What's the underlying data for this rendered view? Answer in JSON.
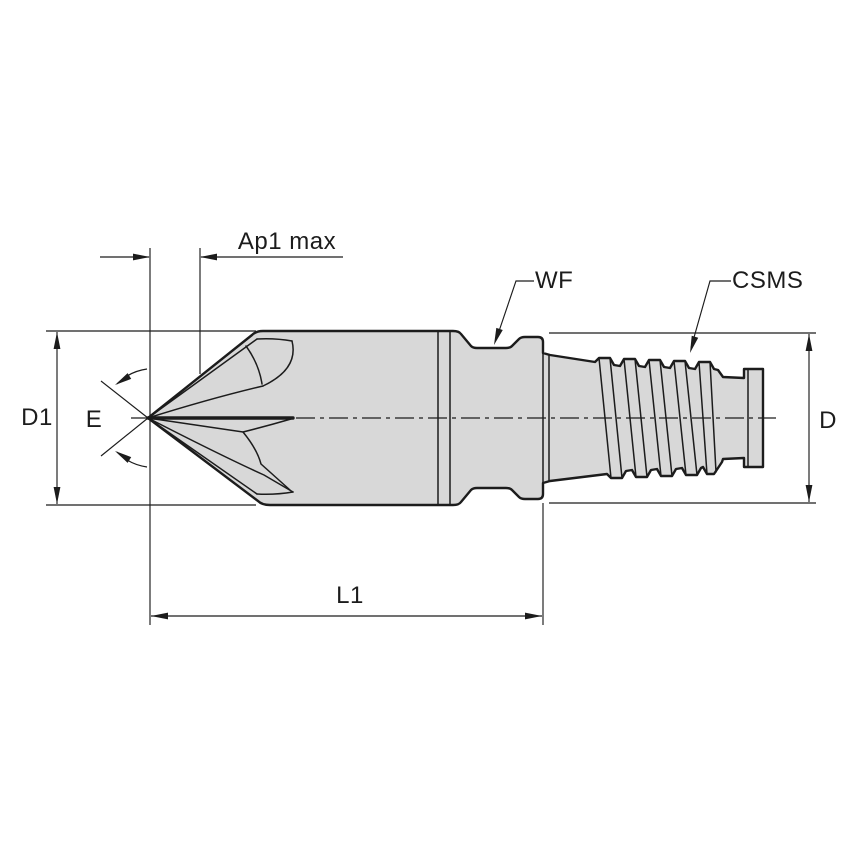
{
  "drawing": {
    "type": "engineering-dimension-drawing",
    "subject": "chamfer end mill with threaded modular shank, side view",
    "background_color": "#ffffff",
    "line_color": "#1c1c1c",
    "body_fill_color": "#d8d8d8",
    "labels": {
      "ap1_max": "Ap1 max",
      "wf": "WF",
      "csms": "CSMS",
      "d1": "D1",
      "angle_e": "E",
      "l1": "L1",
      "d": "D"
    }
  }
}
